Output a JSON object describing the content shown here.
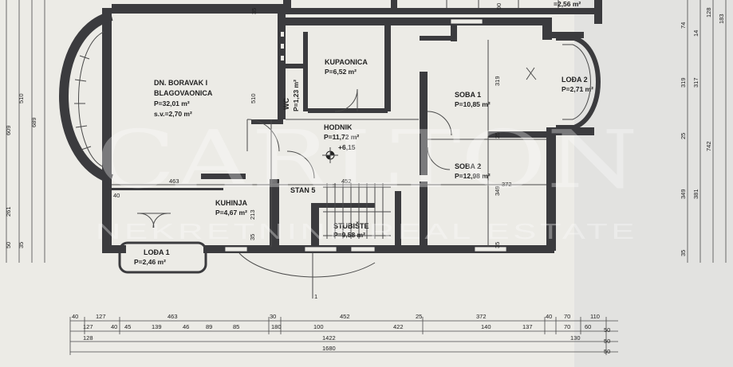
{
  "plan": {
    "rooms": [
      {
        "id": "boravak",
        "name_line1": "DN. BORAVAK I",
        "name_line2": "BLAGOVAONICA",
        "area": "P=32,01 m²",
        "extra": "s.v.=2,70 m²"
      },
      {
        "id": "kupaonica",
        "name": "KUPAONICA",
        "area": "P=6,52 m²"
      },
      {
        "id": "wc",
        "name": "WC",
        "area": "P=1,23 m²"
      },
      {
        "id": "hodnik",
        "name": "HODNIK",
        "area": "P=11,72 m²",
        "level": "+6,15"
      },
      {
        "id": "soba1",
        "name": "SOBA 1",
        "area": "P=10,85 m²"
      },
      {
        "id": "soba2",
        "name": "SOBA 2",
        "area": "P=12,98 m²"
      },
      {
        "id": "loda2",
        "name": "LOĐA 2",
        "area": "P=2,71 m²"
      },
      {
        "id": "kuhinja",
        "name": "KUHINJA",
        "area": "P=4,67 m²"
      },
      {
        "id": "loda1",
        "name": "LOĐA 1",
        "area": "P=2,46 m²"
      },
      {
        "id": "stubiste",
        "name": "STUBIŠTE",
        "area": "P=9,58 m²"
      }
    ],
    "stan_label": "STAN 5",
    "top_partial_area": "=2,56 m²",
    "section_mark": "1",
    "watermark": {
      "main": "CARLTON",
      "sub": "NEKRETNINE  REAL ESTATE"
    },
    "interior_dims": {
      "d510": "510",
      "d463": "463",
      "d30": "30",
      "d452": "452",
      "d372": "372",
      "d319": "319",
      "d349": "349",
      "d213": "213",
      "d40": "40",
      "d35a": "35",
      "d35b": "35",
      "d35c": "35",
      "d25": "25",
      "d90": "90"
    },
    "bottom_dims": {
      "row1": [
        "40",
        "127",
        "463",
        "30",
        "452",
        "25",
        "372",
        "40",
        "70",
        "110"
      ],
      "row2": [
        "127",
        "40",
        "45",
        "139",
        "46",
        "89",
        "85",
        "180",
        "100",
        "422",
        "140",
        "137",
        "70",
        "60",
        "50"
      ],
      "row3": [
        "128",
        "1422",
        "130",
        "50"
      ],
      "row4": [
        "1680",
        "50"
      ]
    },
    "right_dims": {
      "col1": [
        "74",
        "319",
        "25",
        "349",
        "35"
      ],
      "col2": [
        "14",
        "317",
        "381"
      ],
      "col3": [
        "128",
        "742"
      ],
      "col4": [
        "183"
      ]
    },
    "left_dims": {
      "col1": [
        "50",
        "261",
        "609"
      ],
      "col2": [
        "35",
        "510"
      ],
      "col3": [
        "689"
      ]
    }
  }
}
